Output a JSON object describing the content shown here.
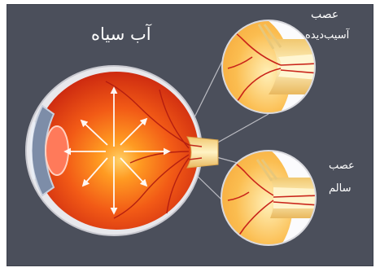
{
  "diagram": {
    "title": "آب سیاه",
    "damaged_nerve": {
      "line1": "عصب",
      "line2": "آسیب‌دیده"
    },
    "healthy_nerve": {
      "line1": "عصب",
      "line2": "سالم"
    }
  },
  "colors": {
    "background": "#4b4f5b",
    "eye_red": "#e0341b",
    "eye_orange": "#ff9a1f",
    "nerve_cream": "#f6dd97",
    "sclera": "#ecebee",
    "text": "#ffffff"
  },
  "icons": [
    "eyeball-illustration",
    "optic-nerve-closeup-damaged",
    "optic-nerve-closeup-healthy",
    "pressure-arrow"
  ]
}
